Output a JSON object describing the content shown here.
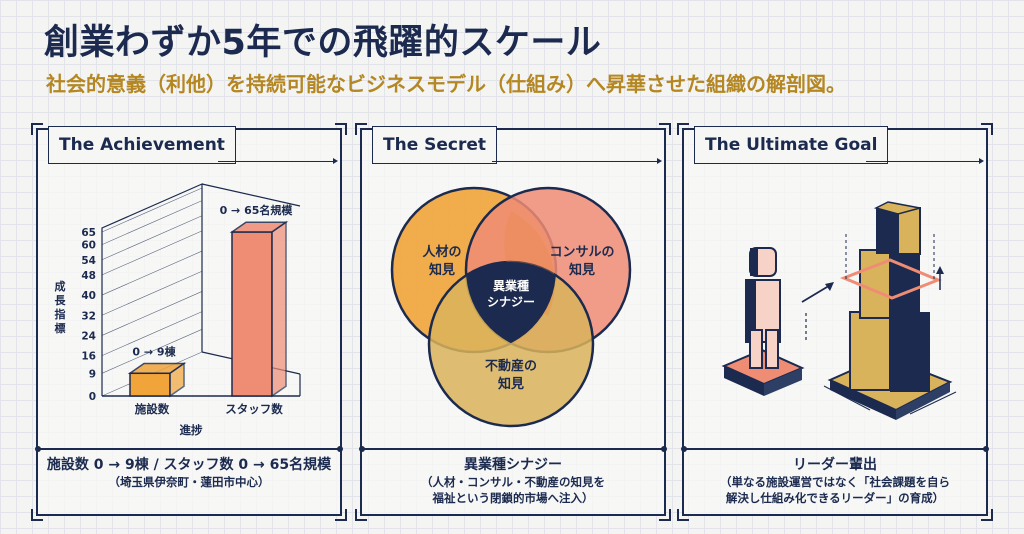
{
  "header": {
    "title": "創業わずか5年での飛躍的スケール",
    "subtitle": "社会的意義（利他）を持続可能なビジネスモデル（仕組み）へ昇華させた組織の解剖図。"
  },
  "panels": {
    "achievement": {
      "label": "The Achievement",
      "caption_main": "施設数 0 → 9棟 / スタッフ数 0 → 65名規模",
      "caption_sub": "（埼玉県伊奈町・蓮田市中心）"
    },
    "secret": {
      "label": "The Secret",
      "circle_people": "人材の\n知見",
      "circle_consult": "コンサルの\n知見",
      "circle_estate": "不動産の\n知見",
      "center": "異業種\nシナジー",
      "caption_main": "異業種シナジー",
      "caption_sub1": "（人材・コンサル・不動産の知見を",
      "caption_sub2": "福祉という閉鎖的市場へ注入）"
    },
    "goal": {
      "label": "The Ultimate Goal",
      "caption_main": "リーダー輩出",
      "caption_sub1": "（単なる施設運営ではなく「社会課題を自ら",
      "caption_sub2": "解決し仕組み化できるリーダー」の育成）"
    }
  },
  "chart_data": {
    "type": "bar",
    "categories": [
      "施設数",
      "スタッフ数"
    ],
    "values": [
      9,
      65
    ],
    "data_labels": [
      "0 → 9棟",
      "0 → 65名規模"
    ],
    "colors": [
      "#f0a43a",
      "#ef8c74"
    ],
    "xlabel": "進捗",
    "ylabel": "成長指標",
    "yticks": [
      0,
      9,
      16,
      24,
      32,
      40,
      48,
      54,
      60,
      65
    ],
    "ylim": [
      0,
      65
    ]
  },
  "colors": {
    "navy": "#1b2a4e",
    "gold": "#b48722",
    "orange": "#f0a43a",
    "salmon": "#ef8c74",
    "khaki": "#d9b35c"
  }
}
